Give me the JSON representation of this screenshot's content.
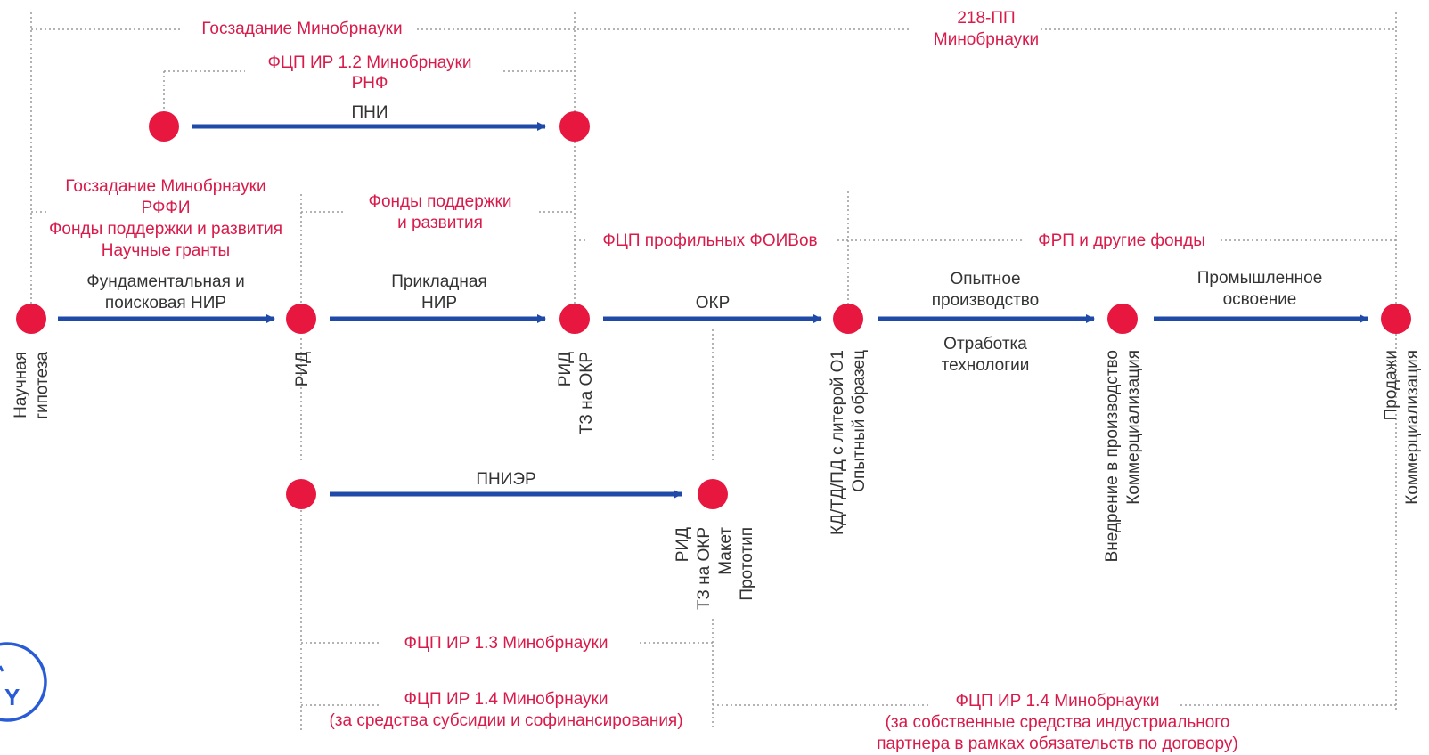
{
  "colors": {
    "node": "#e8173f",
    "arrow": "#1f4aa8",
    "funding_text": "#d81b4a",
    "stage_text": "#333333",
    "dotted": "#9a9a9a",
    "logo": "#2a5bd7"
  },
  "funding": {
    "goszadanie_top": "Госзадание Минобрнауки",
    "pp218_line1": "218-ПП",
    "pp218_line2": "Минобрнауки",
    "fcp12_line1": "ФЦП ИР 1.2 Минобрнауки",
    "fcp12_line2": "РНФ",
    "goszadanie_line1": "Госзадание Минобрнауки",
    "goszadanie_line2": "РФФИ",
    "goszadanie_line3": "Фонды поддержки и развития",
    "goszadanie_line4": "Научные гранты",
    "funds_line1": "Фонды поддержки",
    "funds_line2": "и развития",
    "fcp_foiv": "ФЦП профильных ФОИВов",
    "frp": "ФРП и другие фонды",
    "fcp13": "ФЦП ИР 1.3 Минобрнауки",
    "fcp14_left_line1": "ФЦП ИР 1.4 Минобрнауки",
    "fcp14_left_line2": "(за средства субсидии и софинансирования)",
    "fcp14_right_line1": "ФЦП ИР 1.4 Минобрнауки",
    "fcp14_right_line2": "(за собственные средства индустриального",
    "fcp14_right_line3": "партнера в рамках обязательств по договору)"
  },
  "stages": {
    "pni": "ПНИ",
    "fund_line1": "Фундаментальная и",
    "fund_line2": "поисковая НИР",
    "applied_line1": "Прикладная",
    "applied_line2": "НИР",
    "okr": "ОКР",
    "pilot_line1": "Опытное",
    "pilot_line2": "производство",
    "tech_line1": "Отработка",
    "tech_line2": "технологии",
    "industrial_line1": "Промышленное",
    "industrial_line2": "освоение",
    "pnier": "ПНИЭР"
  },
  "milestones": {
    "hypothesis_line1": "Научная",
    "hypothesis_line2": "гипотеза",
    "rid": "РИД",
    "rid_tz_line1": "РИД",
    "rid_tz_line2": "ТЗ на ОКР",
    "kd_line1": "КД/ТД/ПД с литерой О1",
    "kd_line2": "Опытный образец",
    "vnedr_line1": "Внедрение в производство",
    "vnedr_line2": "Коммерциализация",
    "sales_line1": "Продажи",
    "sales_line2": "Коммерциализация",
    "pnier_out_line1": "РИД",
    "pnier_out_line2": "ТЗ на ОКР",
    "pnier_out_line3": "Макет",
    "pnier_out_line4": "Прототип"
  },
  "logo": {
    "letter": "Y"
  }
}
